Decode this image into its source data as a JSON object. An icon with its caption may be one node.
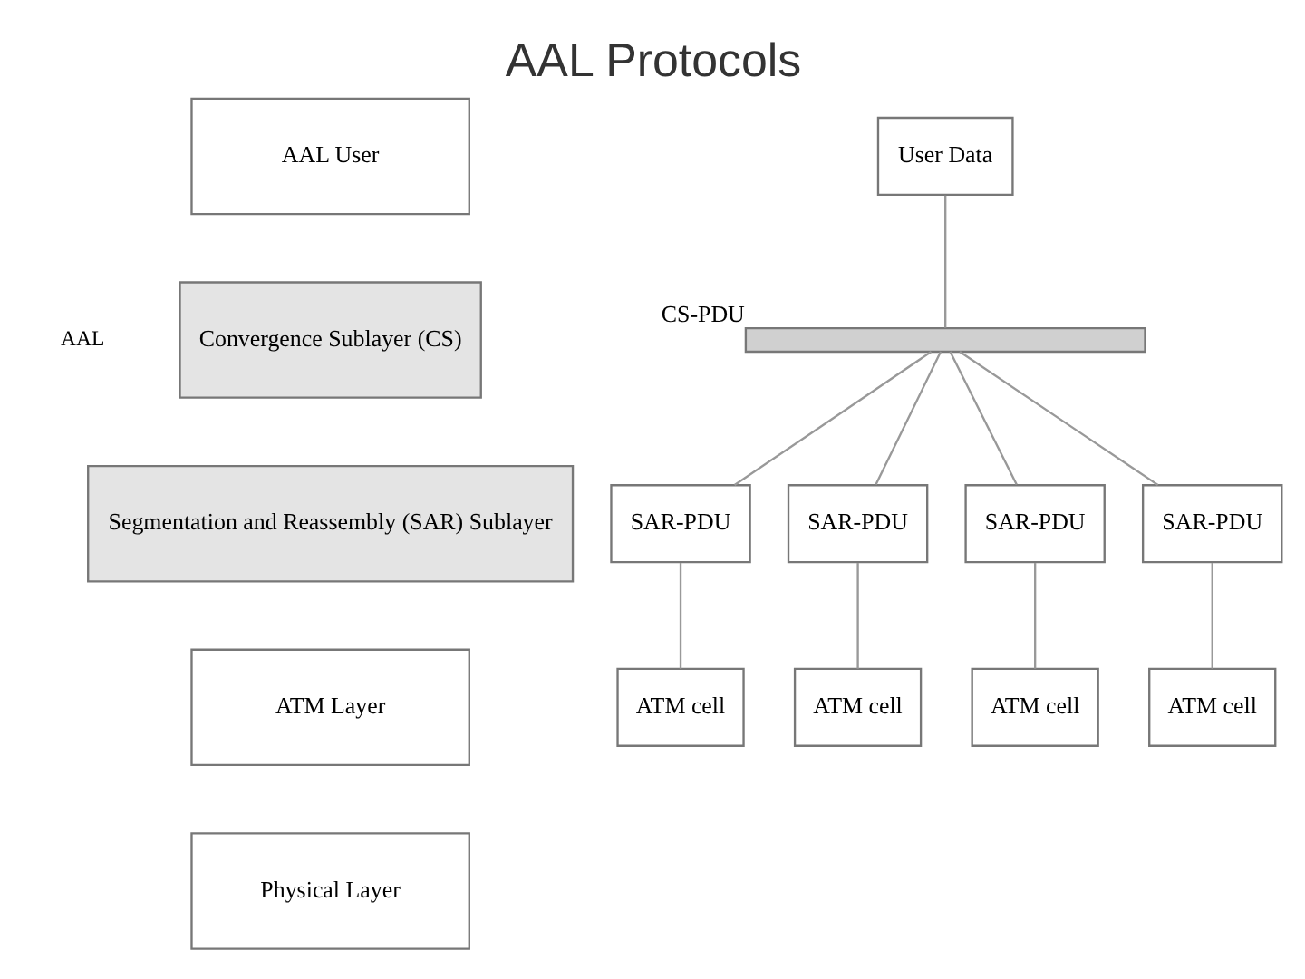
{
  "diagram": {
    "title": "AAL Protocols",
    "nodes": [
      {
        "text": [
          "AAL User"
        ]
      },
      {
        "text": [
          "Convergence Sublayer (CS)"
        ]
      },
      {
        "text": [
          "Segmentation and Reassembly (SAR) Sublayer"
        ]
      },
      {
        "text": [
          "ATM Layer"
        ]
      },
      {
        "text": [
          "Physical Layer"
        ]
      },
      {
        "text": [
          "User Data"
        ]
      },
      {
        "text": [],
        "shape": "bar",
        "beside": [
          "CS-PDU"
        ]
      },
      {
        "text": [
          "SAR-PDU"
        ]
      },
      {
        "text": [
          "SAR-PDU"
        ]
      },
      {
        "text": [
          "SAR-PDU"
        ]
      },
      {
        "text": [
          "SAR-PDU"
        ]
      },
      {
        "text": [
          "ATM cell"
        ]
      },
      {
        "text": [
          "ATM cell"
        ]
      },
      {
        "text": [
          "ATM cell"
        ]
      },
      {
        "text": [
          "ATM cell"
        ]
      }
    ],
    "edges": [
      {
        "from": 5,
        "to": 6,
        "arrow": "none"
      },
      {
        "from": 6,
        "to": 7,
        "arrow": "none"
      },
      {
        "from": 6,
        "to": 8,
        "arrow": "none"
      },
      {
        "from": 6,
        "to": 9,
        "arrow": "none"
      },
      {
        "from": 6,
        "to": 10,
        "arrow": "none"
      },
      {
        "from": 7,
        "to": 11,
        "arrow": "none"
      },
      {
        "from": 8,
        "to": 12,
        "arrow": "none"
      },
      {
        "from": 9,
        "to": 13,
        "arrow": "none"
      },
      {
        "from": 10,
        "to": 14,
        "arrow": "none"
      }
    ],
    "labels": [
      "AAL"
    ]
  }
}
